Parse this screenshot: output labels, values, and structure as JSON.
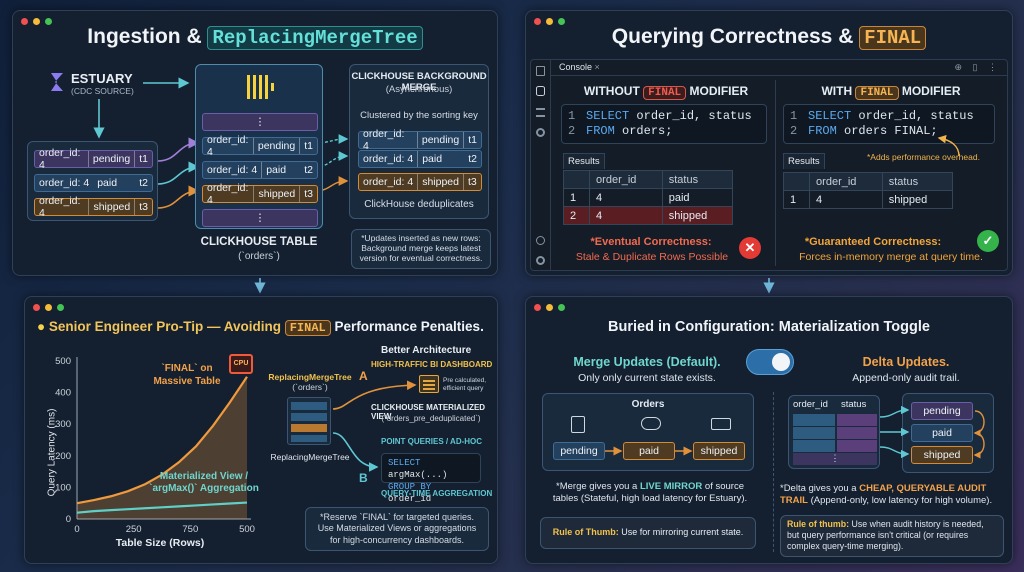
{
  "p1": {
    "title_prefix": "Ingestion &",
    "title_code": "ReplacingMergeTree",
    "estuary_name": "ESTUARY",
    "estuary_sub": "(CDC SOURCE)",
    "source_rows": [
      {
        "key": "order_id: 4",
        "status": "pending",
        "t": "t1"
      },
      {
        "key": "order_id: 4",
        "status": "paid",
        "t": "t2"
      },
      {
        "key": "order_id: 4",
        "status": "shipped",
        "t": "t3"
      }
    ],
    "table_rows": [
      {
        "key": "order_id: 4",
        "status": "pending",
        "t": "t1"
      },
      {
        "key": "order_id: 4",
        "status": "paid",
        "t": "t2"
      },
      {
        "key": "order_id: 4",
        "status": "shipped",
        "t": "t3"
      }
    ],
    "ellipsis": "⋮",
    "table_label": "CLICKHOUSE TABLE",
    "table_name": "(`orders`)",
    "merge_title": "CLICKHOUSE BACKGROUND MERGE",
    "merge_sub": "(Asynchronous)",
    "merge_clustered": "Clustered by the sorting key",
    "merge_rows": [
      {
        "key": "order_id: 4",
        "status": "pending",
        "t": "t1"
      },
      {
        "key": "order_id: 4",
        "status": "paid",
        "t": "t2"
      },
      {
        "key": "order_id: 4",
        "status": "shipped",
        "t": "t3"
      }
    ],
    "merge_dedup": "ClickHouse deduplicates",
    "note": "*Updates inserted as new rows: Background merge keeps latest version for eventual correctness."
  },
  "p2": {
    "title_prefix": "Querying Correctness &",
    "title_code": "FINAL",
    "console_tab": "Console",
    "left_head_a": "WITHOUT",
    "left_head_code": "FINAL",
    "left_head_b": "MODIFIER",
    "right_head_a": "WITH",
    "right_head_code": "FINAL",
    "right_head_b": "MODIFIER",
    "left_code": [
      {
        "n": "1",
        "kw": "SELECT",
        "rest": " order_id, status"
      },
      {
        "n": "2",
        "kw": "FROM",
        "rest": " orders;"
      }
    ],
    "right_code": [
      {
        "n": "1",
        "kw": "SELECT",
        "rest": " order_id, status"
      },
      {
        "n": "2",
        "kw": "FROM",
        "rest": " orders FINAL;"
      }
    ],
    "overhead_note": "*Adds performance overhead.",
    "results_label": "Results",
    "columns": [
      "order_id",
      "status"
    ],
    "left_rows": [
      {
        "n": "1",
        "id": "4",
        "status": "paid"
      },
      {
        "n": "2",
        "id": "4",
        "status": "shipped"
      }
    ],
    "right_rows": [
      {
        "n": "1",
        "id": "4",
        "status": "shipped"
      }
    ],
    "left_verdict": "*Eventual Correctness:",
    "left_verdict_sub": "Stale & Duplicate Rows Possible",
    "right_verdict": "*Guaranteed Correctness:",
    "right_verdict_sub": "Forces in-memory merge at query time.",
    "x_glyph": "✕",
    "check_glyph": "✓"
  },
  "p3": {
    "title_a": "Senior Engineer Pro-Tip — Avoiding",
    "title_code": "FINAL",
    "title_b": "Performance Penalties.",
    "chart_data": {
      "type": "line",
      "title": "",
      "xlabel": "Table Size (Rows)",
      "ylabel": "Query Latency (ms)",
      "xlim": [
        0,
        500
      ],
      "ylim": [
        0,
        500
      ],
      "x_ticks": [
        "0",
        "250",
        "500"
      ],
      "x_ticks_minor": [
        "250",
        "750"
      ],
      "y_ticks": [
        "0",
        "100",
        "200",
        "300",
        "400",
        "500"
      ],
      "series": [
        {
          "name": "`FINAL` on Massive Table",
          "x": [
            0,
            50,
            100,
            150,
            200,
            250,
            300,
            350,
            400,
            450,
            500
          ],
          "y": [
            50,
            60,
            72,
            88,
            110,
            140,
            180,
            230,
            295,
            370,
            450
          ]
        },
        {
          "name": "Materialized View / `argMax()` Aggregation",
          "x": [
            0,
            50,
            100,
            150,
            200,
            250,
            300,
            350,
            400,
            450,
            500
          ],
          "y": [
            20,
            25,
            28,
            31,
            34,
            37,
            40,
            43,
            46,
            49,
            52
          ]
        }
      ]
    },
    "final_label": "`FINAL` on Massive Table",
    "mv_label": "Materialized View / `argMax()` Aggregation",
    "cpu_label": "CPU",
    "better_arch": "Better Architecture",
    "rmt_top": "ReplacingMergeTree",
    "rmt_top_sub": "(`orders`)",
    "rmt_bottom": "ReplacingMergeTree",
    "path_a": "A",
    "path_b": "B",
    "dash_label": "HIGH-TRAFFIC BI DASHBOARD",
    "precalc": "Pre calculated, efficient query",
    "mv_title": "CLICKHOUSE MATERIALIZED VIEW",
    "mv_name": "(`orders_pre_deduplicated`)",
    "point_label": "POINT QUERIES / AD-HOC",
    "code_line1_kw": "SELECT",
    "code_line1_rest": " argMax(...)",
    "code_line2_kw": "GROUP BY",
    "code_line2_rest": " order_id",
    "qta": "QUERY-TIME AGGREGATION",
    "note": "*Reserve `FINAL` for targeted queries. Use Materialized Views or aggregations for high-concurrency dashboards."
  },
  "p4": {
    "title": "Buried in Configuration: Materialization Toggle",
    "merge_head": "Merge Updates (Default).",
    "merge_sub": "Only only current state exists.",
    "delta_head": "Delta Updates.",
    "delta_sub": "Append-only audit trail.",
    "orders_label": "Orders",
    "states": [
      "pending",
      "paid",
      "shipped"
    ],
    "merge_note_a": "*Merge gives you a ",
    "merge_note_hl": "LIVE MIRROR",
    "merge_note_b": " of source tables (Stateful, high load latency for Estuary).",
    "merge_rule_head": "Rule of Thumb:",
    "merge_rule": " Use for mirroring current state.",
    "delta_cols": [
      "order_id",
      "status"
    ],
    "delta_note_a": "*Delta gives you a ",
    "delta_note_hl": "CHEAP, QUERYABLE AUDIT TRAIL",
    "delta_note_b": " (Append-only, low latency for high volume).",
    "delta_rule_head": "Rule of thumb:",
    "delta_rule": " Use when audit history is needed, but query performance isn't critical (or requires complex query-time merging)."
  }
}
